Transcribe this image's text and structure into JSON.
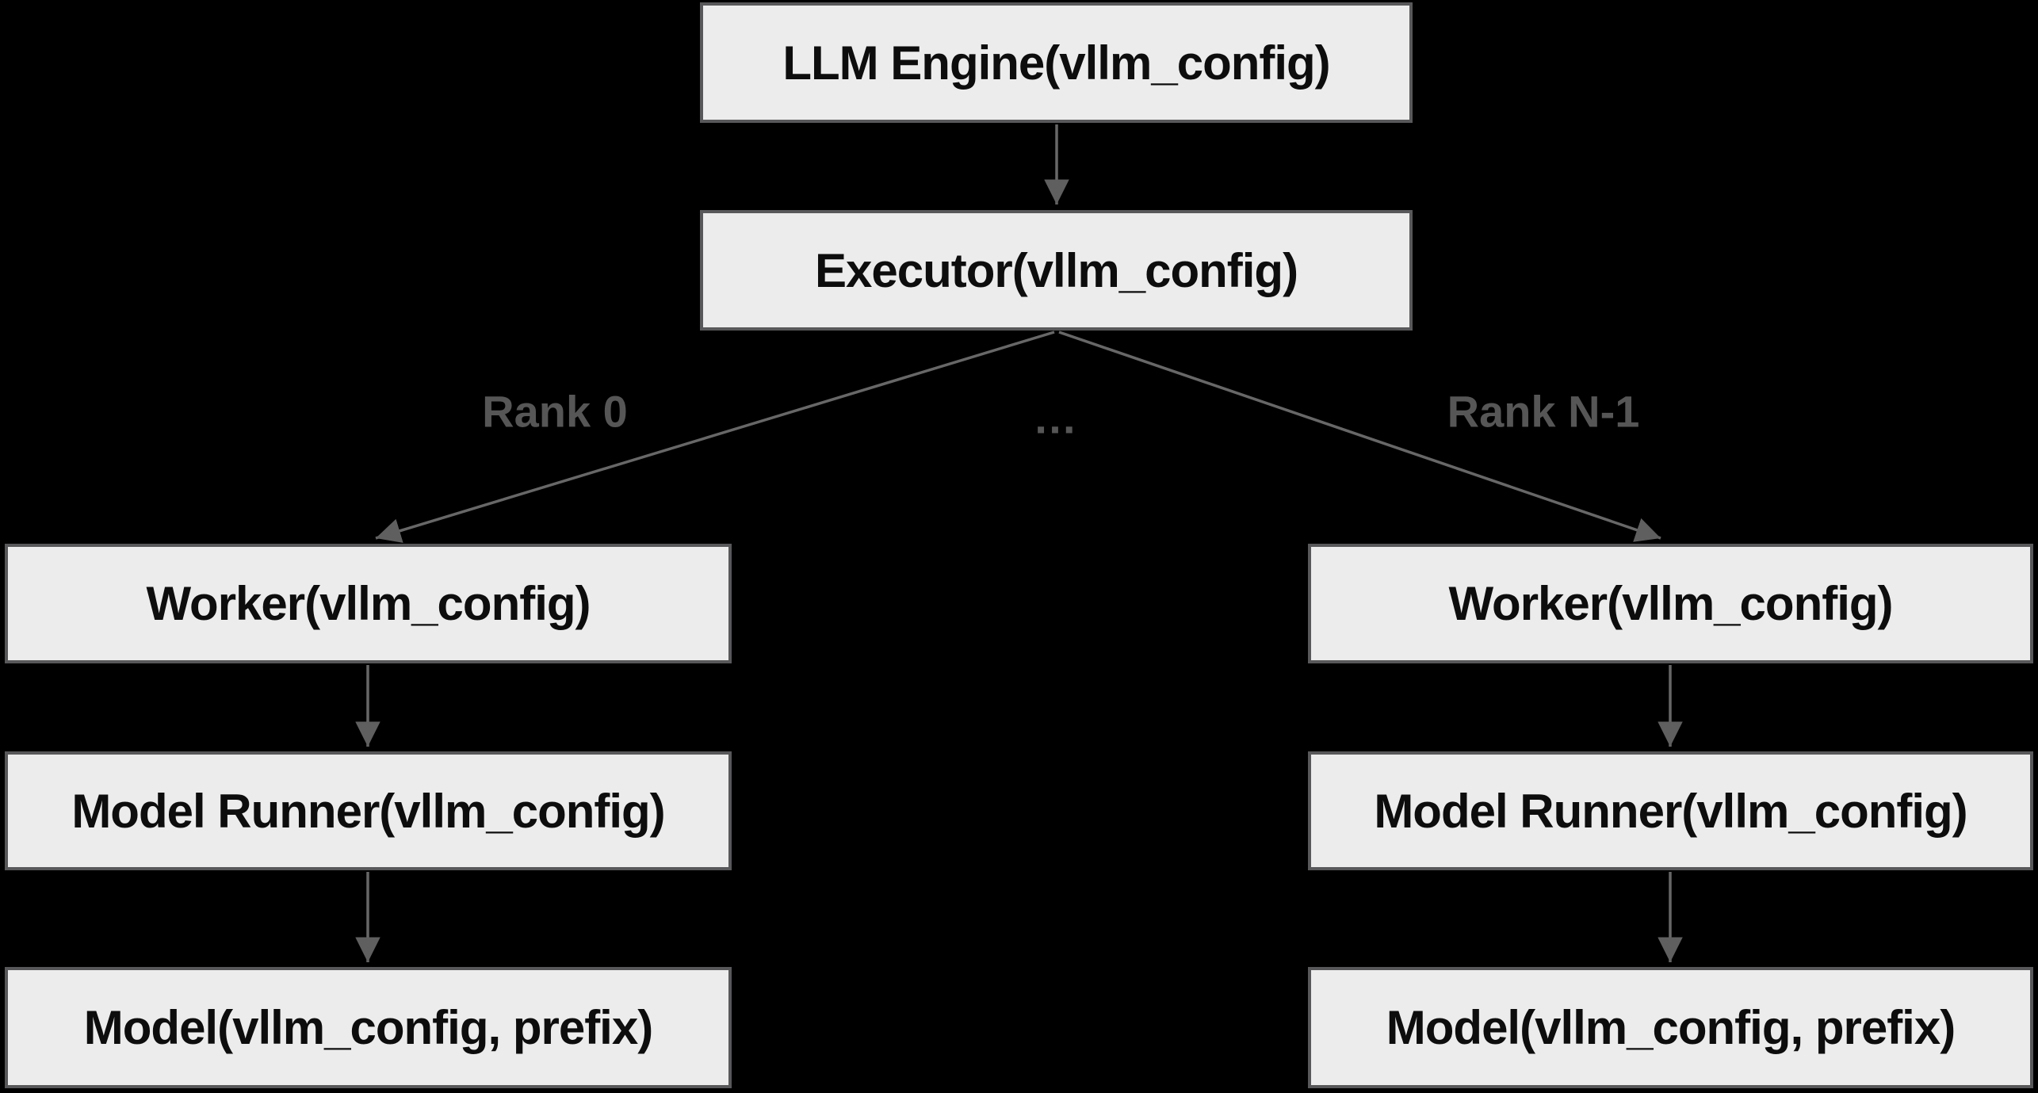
{
  "colors": {
    "background": "#000000",
    "node_fill": "#ececec",
    "node_border": "#58585a",
    "node_text": "#0d0d0d",
    "arrow": "#676767",
    "edge_label_text": "#565656"
  },
  "nodes": {
    "llm_engine": {
      "label": "LLM Engine(vllm_config)"
    },
    "executor": {
      "label": "Executor(vllm_config)"
    },
    "worker_left": {
      "label": "Worker(vllm_config)"
    },
    "model_runner_left": {
      "label": "Model Runner(vllm_config)"
    },
    "model_left": {
      "label": "Model(vllm_config, prefix)"
    },
    "worker_right": {
      "label": "Worker(vllm_config)"
    },
    "model_runner_right": {
      "label": "Model Runner(vllm_config)"
    },
    "model_right": {
      "label": "Model(vllm_config, prefix)"
    }
  },
  "edge_labels": {
    "rank0": "Rank 0",
    "ellipsis": "…",
    "rankN": "Rank N-1"
  }
}
